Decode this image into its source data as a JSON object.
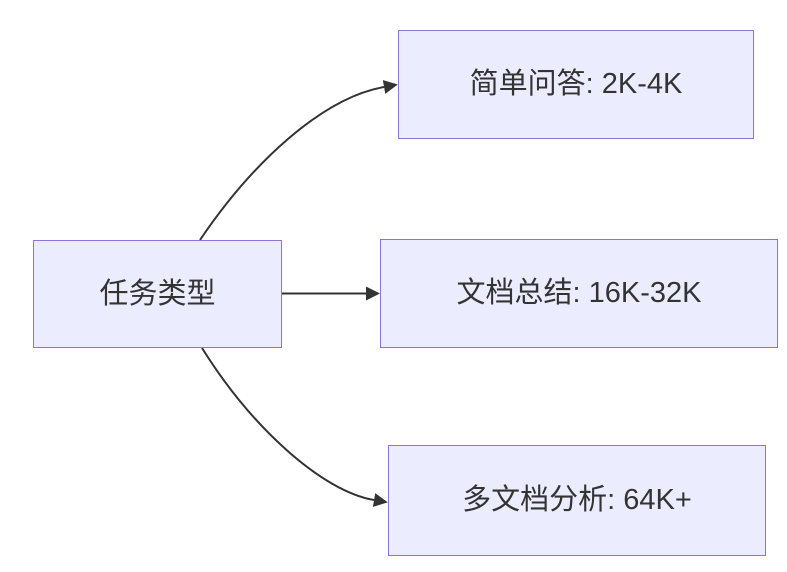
{
  "diagram": {
    "type": "flowchart-left-to-right",
    "background_color": "#ffffff",
    "node_style": {
      "fill_color": "#ECECFF",
      "border_color": "#9370DB",
      "text_color": "#333333"
    },
    "edge_style": {
      "line_color": "#333333",
      "arrowhead": "solid-triangle"
    },
    "root": {
      "id": "task-type",
      "label": "任务类型"
    },
    "children": [
      {
        "id": "simple-qa",
        "label": "简单问答: 2K-4K"
      },
      {
        "id": "doc-summary",
        "label": "文档总结: 16K-32K"
      },
      {
        "id": "multidoc-analysis",
        "label": "多文档分析: 64K+"
      }
    ],
    "edges": [
      {
        "from": "task-type",
        "to": "simple-qa"
      },
      {
        "from": "task-type",
        "to": "doc-summary"
      },
      {
        "from": "task-type",
        "to": "multidoc-analysis"
      }
    ]
  }
}
